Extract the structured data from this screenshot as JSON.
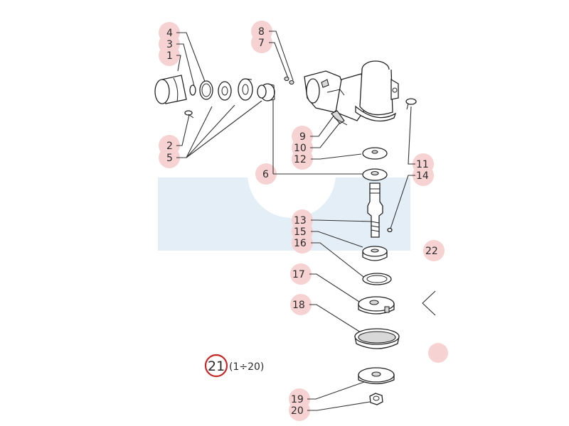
{
  "labels": {
    "p1": "1",
    "p2": "2",
    "p3": "3",
    "p4": "4",
    "p5": "5",
    "p6": "6",
    "p7": "7",
    "p8": "8",
    "p9": "9",
    "p10": "10",
    "p11": "11",
    "p12": "12",
    "p13": "13",
    "p14": "14",
    "p15": "15",
    "p16": "16",
    "p17": "17",
    "p18": "18",
    "p19": "19",
    "p20": "20",
    "p21": "21",
    "p21_range": "(1÷20)",
    "p22": "22"
  },
  "colors": {
    "badge_fill": "#f6d2d2",
    "highlight_ring": "#c62828",
    "watermark_band": "#e3eef6"
  }
}
